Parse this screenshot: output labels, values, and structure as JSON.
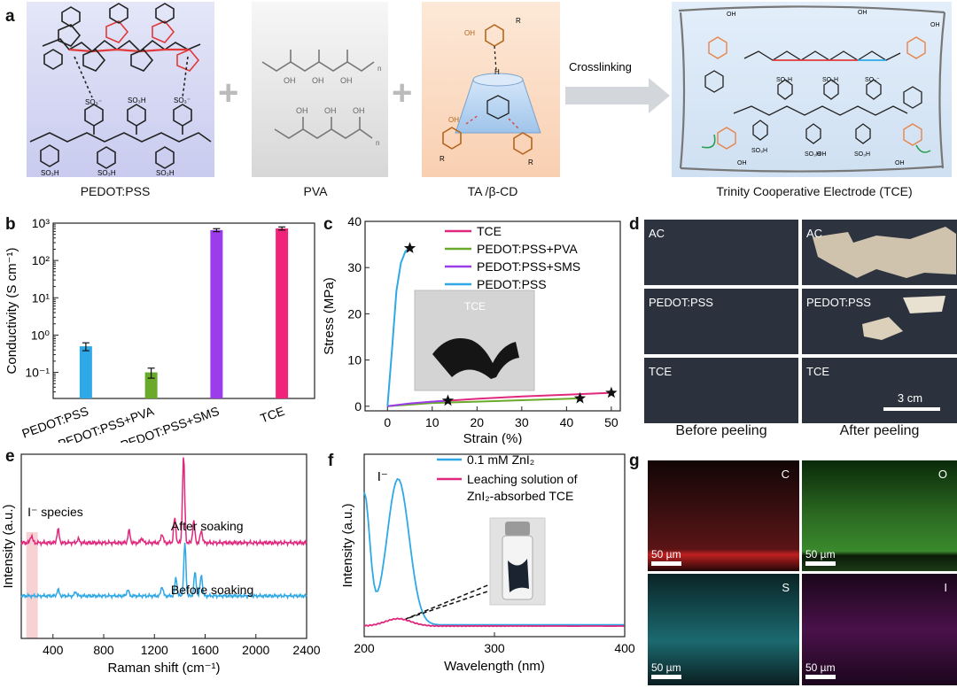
{
  "panel_letters": [
    "a",
    "b",
    "c",
    "d",
    "e",
    "f",
    "g"
  ],
  "a": {
    "pedot_caption": "PEDOT:PSS",
    "pva_caption": "PVA",
    "tacd_caption": "TA /β-CD",
    "tce_caption": "Trinity Cooperative Electrode (TCE)",
    "arrow_label": "Crosslinking",
    "plus": "+",
    "so3h": "SO₃H",
    "so3_minus": "SO₃⁻",
    "oh": "OH",
    "n": "n",
    "h": "H",
    "r": "R",
    "o": "O"
  },
  "chart_data": [
    {
      "type": "bar",
      "panel": "b",
      "categories": [
        "PEDOT:PSS",
        "PEDOT:PSS+PVA",
        "PEDOT:PSS+SMS",
        "TCE"
      ],
      "values": [
        0.5,
        0.1,
        650,
        720
      ],
      "errors": [
        0.12,
        0.03,
        60,
        70
      ],
      "colors": [
        "#2ea8e6",
        "#6aaa2a",
        "#9b3dea",
        "#f0227a"
      ],
      "ylabel": "Conductivity (S cm⁻¹)",
      "yscale": "log",
      "ylim": [
        0.02,
        1000
      ],
      "yticks": [
        "10⁻¹",
        "10⁰",
        "10¹",
        "10²",
        "10³"
      ]
    },
    {
      "type": "line",
      "panel": "c",
      "xlabel": "Strain (%)",
      "ylabel": "Stress (MPa)",
      "xlim": [
        -5,
        52
      ],
      "ylim": [
        -1,
        40
      ],
      "xticks": [
        0,
        10,
        20,
        30,
        40,
        50
      ],
      "yticks": [
        0,
        10,
        20,
        30,
        40
      ],
      "series": [
        {
          "name": "TCE",
          "color": "#e0287e",
          "x": [
            0,
            10,
            20,
            30,
            40,
            50
          ],
          "y": [
            0,
            1.0,
            1.6,
            2.1,
            2.5,
            2.9
          ]
        },
        {
          "name": "PEDOT:PSS+PVA",
          "color": "#6aaa2a",
          "x": [
            0,
            10,
            20,
            30,
            40,
            43
          ],
          "y": [
            0,
            0.7,
            1.0,
            1.3,
            1.6,
            1.7
          ]
        },
        {
          "name": "PEDOT:PSS+SMS",
          "color": "#9b3dea",
          "x": [
            0,
            5,
            10,
            13.5
          ],
          "y": [
            0,
            0.6,
            1.0,
            1.2
          ]
        },
        {
          "name": "PEDOT:PSS",
          "color": "#2ea8e6",
          "x": [
            0,
            1,
            2,
            3,
            4,
            5
          ],
          "y": [
            0,
            12,
            25,
            31,
            33.5,
            34.2
          ]
        }
      ],
      "break_points": [
        [
          5,
          34.2
        ],
        [
          13.5,
          1.2
        ],
        [
          43,
          1.7
        ],
        [
          50,
          2.9
        ]
      ],
      "inset_label": "TCE"
    },
    {
      "type": "line",
      "panel": "e",
      "xlabel": "Raman shift (cm⁻¹)",
      "ylabel": "Intensity (a.u.)",
      "xlim": [
        150,
        2400
      ],
      "xticks": [
        400,
        800,
        1200,
        1600,
        2000,
        2400
      ],
      "highlight_label": "I⁻ species",
      "series": [
        {
          "name": "After soaking",
          "color": "#e0287e",
          "peaks": [
            [
              230,
              0.12
            ],
            [
              440,
              0.22
            ],
            [
              600,
              0.06
            ],
            [
              1000,
              0.2
            ],
            [
              1100,
              0.08
            ],
            [
              1260,
              0.15
            ],
            [
              1360,
              0.4
            ],
            [
              1430,
              1.4
            ],
            [
              1510,
              0.35
            ],
            [
              1570,
              0.2
            ]
          ]
        },
        {
          "name": "Before soaking",
          "color": "#2ea8e6",
          "peaks": [
            [
              440,
              0.12
            ],
            [
              580,
              0.08
            ],
            [
              990,
              0.12
            ],
            [
              1260,
              0.18
            ],
            [
              1370,
              0.35
            ],
            [
              1440,
              1.0
            ],
            [
              1520,
              0.45
            ],
            [
              1570,
              0.4
            ]
          ]
        }
      ]
    },
    {
      "type": "line",
      "panel": "f",
      "xlabel": "Wavelength (nm)",
      "ylabel": "Intensity (a.u.)",
      "xlim": [
        200,
        400
      ],
      "xticks": [
        200,
        300,
        400
      ],
      "peak_label": "I⁻",
      "series": [
        {
          "name": "0.1 mM ZnI₂",
          "color": "#2ea8e6"
        },
        {
          "name": "Leaching solution of ZnI₂-absorbed TCE",
          "name_line1": "Leaching solution of",
          "name_line2": "ZnI₂-absorbed TCE",
          "color": "#e0287e"
        }
      ]
    }
  ],
  "d": {
    "row_labels": [
      "AC",
      "PEDOT:PSS",
      "TCE"
    ],
    "col_before": "Before peeling",
    "col_after": "After peeling",
    "scale": "3 cm"
  },
  "g": {
    "elements": [
      "C",
      "O",
      "S",
      "I"
    ],
    "colors": [
      "#c02020",
      "#3aaa2a",
      "#1faab0",
      "#b02ab0"
    ],
    "scale": "50 µm"
  }
}
